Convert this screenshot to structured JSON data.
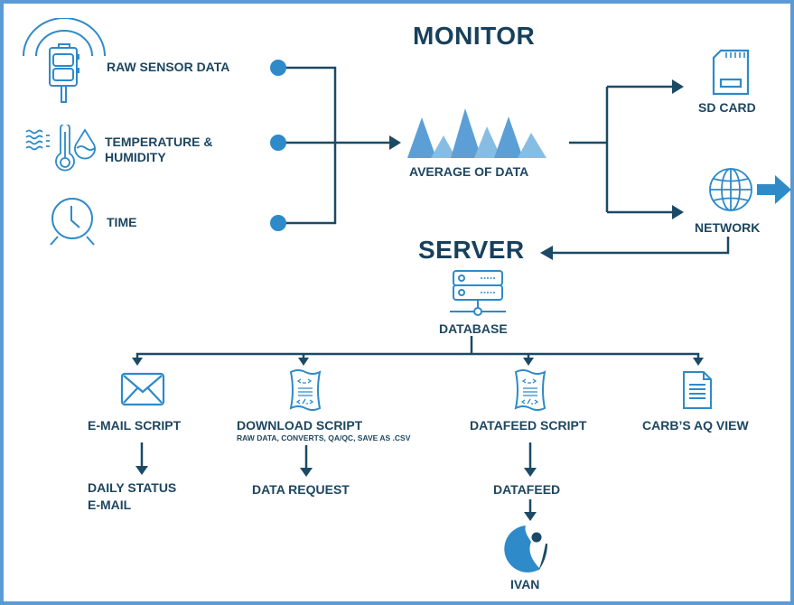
{
  "diagram": {
    "monitor_title": "MONITOR",
    "server_title": "SERVER",
    "inputs": [
      {
        "label": "RAW SENSOR DATA",
        "icon": "sensor-icon"
      },
      {
        "label_line1": "TEMPERATURE &",
        "label_line2": "HUMIDITY",
        "icon": "thermometer-humidity-icon"
      },
      {
        "label": "TIME",
        "icon": "clock-icon"
      }
    ],
    "average": {
      "label": "AVERAGE OF DATA",
      "icon": "peaks-chart-icon"
    },
    "outputs": [
      {
        "label": "SD CARD",
        "icon": "sd-card-icon"
      },
      {
        "label": "NETWORK",
        "icon": "globe-icon"
      }
    ],
    "database": {
      "label": "DATABASE",
      "icon": "database-server-icon"
    },
    "branches": [
      {
        "label": "E-MAIL SCRIPT",
        "icon": "envelope-icon",
        "next_line1": "DAILY STATUS",
        "next_line2": "E-MAIL"
      },
      {
        "label": "DOWNLOAD SCRIPT",
        "sublabel": "RAW DATA, CONVERTS, QA/QC, SAVE AS .CSV",
        "icon": "script-icon",
        "next": "DATA REQUEST"
      },
      {
        "label": "DATAFEED SCRIPT",
        "icon": "script-icon",
        "next": "DATAFEED",
        "final": "IVAN",
        "final_icon": "ivan-logo-icon"
      },
      {
        "label": "CARB’S AQ VIEW",
        "icon": "document-icon"
      }
    ],
    "colors": {
      "border": "#5b9bd5",
      "line": "#1b4a66",
      "icon": "#2e8ac8",
      "text": "#1d4660"
    }
  }
}
